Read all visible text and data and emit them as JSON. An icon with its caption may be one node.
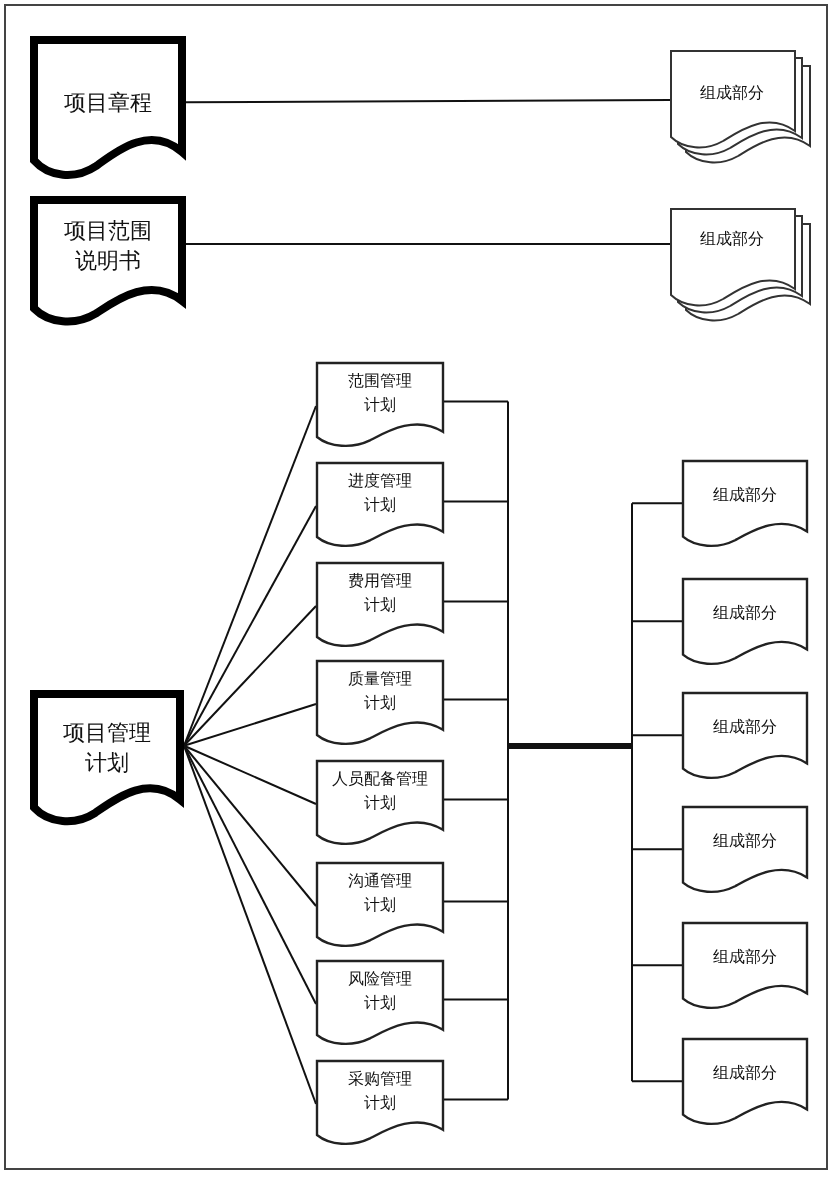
{
  "diagram": {
    "nodes": [
      {
        "text": [
          "项目章程"
        ]
      },
      {
        "text": [
          "组成部分"
        ]
      },
      {
        "text": [
          "项目范围说明书"
        ]
      },
      {
        "text": [
          "组成部分"
        ]
      },
      {
        "text": [
          "项目管理计划"
        ]
      },
      {
        "text": [
          "范围管理计划"
        ]
      },
      {
        "text": [
          "进度管理计划"
        ]
      },
      {
        "text": [
          "费用管理计划"
        ]
      },
      {
        "text": [
          "质量管理计划"
        ]
      },
      {
        "text": [
          "人员配备管理计划"
        ]
      },
      {
        "text": [
          "沟通管理计划"
        ]
      },
      {
        "text": [
          "风险管理计划"
        ]
      },
      {
        "text": [
          "采购管理计划"
        ]
      },
      {
        "text": [
          "组成部分"
        ]
      },
      {
        "text": [
          "组成部分"
        ]
      },
      {
        "text": [
          "组成部分"
        ]
      },
      {
        "text": [
          "组成部分"
        ]
      },
      {
        "text": [
          "组成部分"
        ]
      },
      {
        "text": [
          "组成部分"
        ]
      }
    ],
    "edges": [
      {
        "from": 0,
        "to": 1,
        "arrow": "none"
      },
      {
        "from": 2,
        "to": 3,
        "arrow": "none"
      },
      {
        "from": 4,
        "to": 5,
        "arrow": "none"
      },
      {
        "from": 4,
        "to": 6,
        "arrow": "none"
      },
      {
        "from": 4,
        "to": 7,
        "arrow": "none"
      },
      {
        "from": 4,
        "to": 8,
        "arrow": "none"
      },
      {
        "from": 4,
        "to": 9,
        "arrow": "none"
      },
      {
        "from": 4,
        "to": 10,
        "arrow": "none"
      },
      {
        "from": 4,
        "to": 11,
        "arrow": "none"
      },
      {
        "from": 4,
        "to": 12,
        "arrow": "none"
      },
      {
        "from": 5,
        "to": 13,
        "arrow": "none"
      },
      {
        "from": 5,
        "to": 14,
        "arrow": "none"
      },
      {
        "from": 5,
        "to": 15,
        "arrow": "none"
      },
      {
        "from": 5,
        "to": 16,
        "arrow": "none"
      },
      {
        "from": 5,
        "to": 17,
        "arrow": "none"
      },
      {
        "from": 5,
        "to": 18,
        "arrow": "none"
      },
      {
        "from": 6,
        "to": 13,
        "arrow": "none"
      },
      {
        "from": 6,
        "to": 14,
        "arrow": "none"
      },
      {
        "from": 6,
        "to": 15,
        "arrow": "none"
      },
      {
        "from": 6,
        "to": 16,
        "arrow": "none"
      },
      {
        "from": 6,
        "to": 17,
        "arrow": "none"
      },
      {
        "from": 6,
        "to": 18,
        "arrow": "none"
      },
      {
        "from": 7,
        "to": 13,
        "arrow": "none"
      },
      {
        "from": 7,
        "to": 14,
        "arrow": "none"
      },
      {
        "from": 7,
        "to": 15,
        "arrow": "none"
      },
      {
        "from": 7,
        "to": 16,
        "arrow": "none"
      },
      {
        "from": 7,
        "to": 17,
        "arrow": "none"
      },
      {
        "from": 7,
        "to": 18,
        "arrow": "none"
      },
      {
        "from": 8,
        "to": 13,
        "arrow": "none"
      },
      {
        "from": 8,
        "to": 14,
        "arrow": "none"
      },
      {
        "from": 8,
        "to": 15,
        "arrow": "none"
      },
      {
        "from": 8,
        "to": 16,
        "arrow": "none"
      },
      {
        "from": 8,
        "to": 17,
        "arrow": "none"
      },
      {
        "from": 8,
        "to": 18,
        "arrow": "none"
      },
      {
        "from": 9,
        "to": 13,
        "arrow": "none"
      },
      {
        "from": 9,
        "to": 14,
        "arrow": "none"
      },
      {
        "from": 9,
        "to": 15,
        "arrow": "none"
      },
      {
        "from": 9,
        "to": 16,
        "arrow": "none"
      },
      {
        "from": 9,
        "to": 17,
        "arrow": "none"
      },
      {
        "from": 9,
        "to": 18,
        "arrow": "none"
      },
      {
        "from": 10,
        "to": 13,
        "arrow": "none"
      },
      {
        "from": 10,
        "to": 14,
        "arrow": "none"
      },
      {
        "from": 10,
        "to": 15,
        "arrow": "none"
      },
      {
        "from": 10,
        "to": 16,
        "arrow": "none"
      },
      {
        "from": 10,
        "to": 17,
        "arrow": "none"
      },
      {
        "from": 10,
        "to": 18,
        "arrow": "none"
      },
      {
        "from": 11,
        "to": 13,
        "arrow": "none"
      },
      {
        "from": 11,
        "to": 14,
        "arrow": "none"
      },
      {
        "from": 11,
        "to": 15,
        "arrow": "none"
      },
      {
        "from": 11,
        "to": 16,
        "arrow": "none"
      },
      {
        "from": 11,
        "to": 17,
        "arrow": "none"
      },
      {
        "from": 11,
        "to": 18,
        "arrow": "none"
      },
      {
        "from": 12,
        "to": 13,
        "arrow": "none"
      },
      {
        "from": 12,
        "to": 14,
        "arrow": "none"
      },
      {
        "from": 12,
        "to": 15,
        "arrow": "none"
      },
      {
        "from": 12,
        "to": 16,
        "arrow": "none"
      },
      {
        "from": 12,
        "to": 17,
        "arrow": "none"
      },
      {
        "from": 12,
        "to": 18,
        "arrow": "none"
      }
    ]
  }
}
